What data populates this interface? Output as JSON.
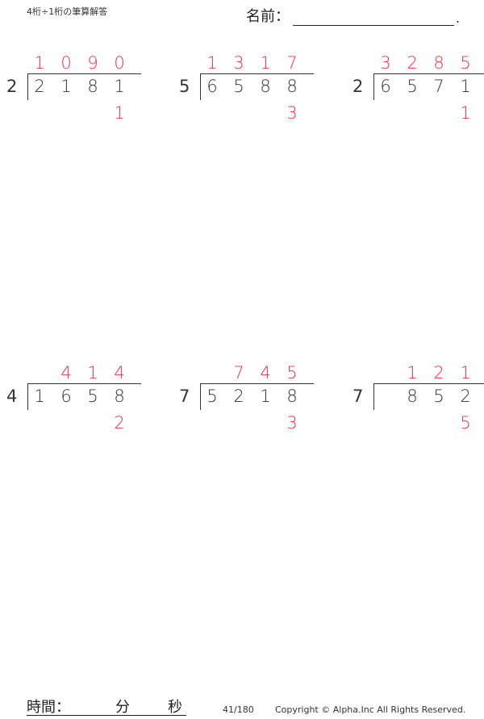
{
  "header": {
    "title": "4桁÷1桁の筆算解答",
    "name_label": "名前：",
    "name_value": "",
    "name_end": "."
  },
  "colors": {
    "answer": "#e8344e",
    "text": "#333333"
  },
  "problems": [
    {
      "divisor": "2",
      "dividend": [
        "2",
        "1",
        "8",
        "1"
      ],
      "quotient": [
        "1",
        "0",
        "9",
        "0"
      ],
      "remainder": "1"
    },
    {
      "divisor": "5",
      "dividend": [
        "6",
        "5",
        "8",
        "8"
      ],
      "quotient": [
        "1",
        "3",
        "1",
        "7"
      ],
      "remainder": "3"
    },
    {
      "divisor": "2",
      "dividend": [
        "6",
        "5",
        "7",
        "1"
      ],
      "quotient": [
        "3",
        "2",
        "8",
        "5"
      ],
      "remainder": "1"
    },
    {
      "divisor": "4",
      "dividend": [
        "1",
        "6",
        "5",
        "8"
      ],
      "quotient": [
        "",
        "4",
        "1",
        "4"
      ],
      "remainder": "2"
    },
    {
      "divisor": "7",
      "dividend": [
        "5",
        "2",
        "1",
        "8"
      ],
      "quotient": [
        "",
        "7",
        "4",
        "5"
      ],
      "remainder": "3"
    },
    {
      "divisor": "7",
      "dividend": [
        "",
        "8",
        "5",
        "2"
      ],
      "quotient": [
        "",
        "1",
        "2",
        "1"
      ],
      "remainder": "5"
    }
  ],
  "footer": {
    "time_label": "時間：",
    "minutes_label": "分",
    "seconds_label": "秒",
    "page": "41/180",
    "copyright": "Copyright © Alpha.Inc All Rights Reserved."
  }
}
